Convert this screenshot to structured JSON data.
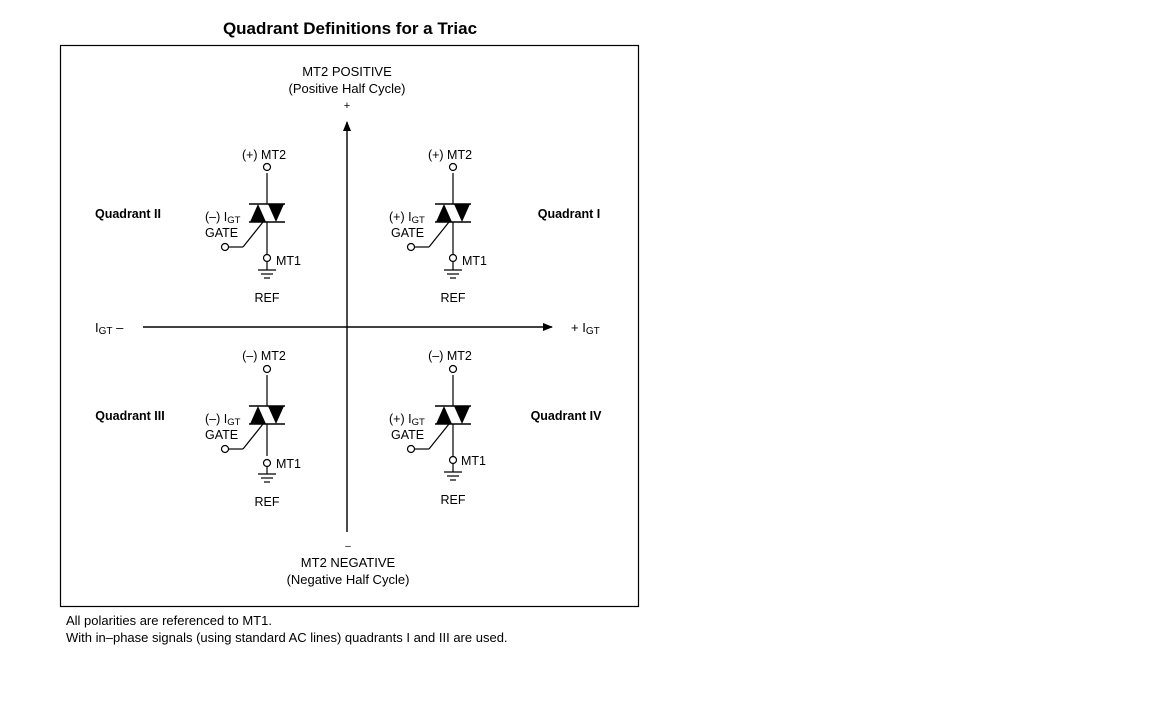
{
  "title": "Quadrant Definitions for a Triac",
  "axes": {
    "top_label": "MT2 POSITIVE",
    "top_sublabel": "(Positive Half Cycle)",
    "top_sign": "+",
    "bottom_sign": "–",
    "bottom_label": "MT2 NEGATIVE",
    "bottom_sublabel": "(Negative Half Cycle)",
    "left_label": "I",
    "left_sub": "GT",
    "left_sign": " –",
    "right_prefix": "+ I",
    "right_sub": "GT"
  },
  "quadrants": [
    {
      "name": "Quadrant II",
      "mt2": "(+) MT2",
      "gate_sign": "(–) I",
      "igt_sub": "GT",
      "gate": "GATE",
      "mt1": "MT1",
      "ref": "REF"
    },
    {
      "name": "Quadrant I",
      "mt2": "(+) MT2",
      "gate_sign": "(+) I",
      "igt_sub": "GT",
      "gate": "GATE",
      "mt1": "MT1",
      "ref": "REF"
    },
    {
      "name": "Quadrant III",
      "mt2": "(–) MT2",
      "gate_sign": "(–) I",
      "igt_sub": "GT",
      "gate": "GATE",
      "mt1": "MT1",
      "ref": "REF"
    },
    {
      "name": "Quadrant IV",
      "mt2": "(–) MT2",
      "gate_sign": "(+) I",
      "igt_sub": "GT",
      "gate": "GATE",
      "mt1": "MT1",
      "ref": "REF"
    }
  ],
  "notes": [
    "All polarities are referenced to MT1.",
    "With in–phase signals (using standard AC lines) quadrants I and III are used."
  ]
}
